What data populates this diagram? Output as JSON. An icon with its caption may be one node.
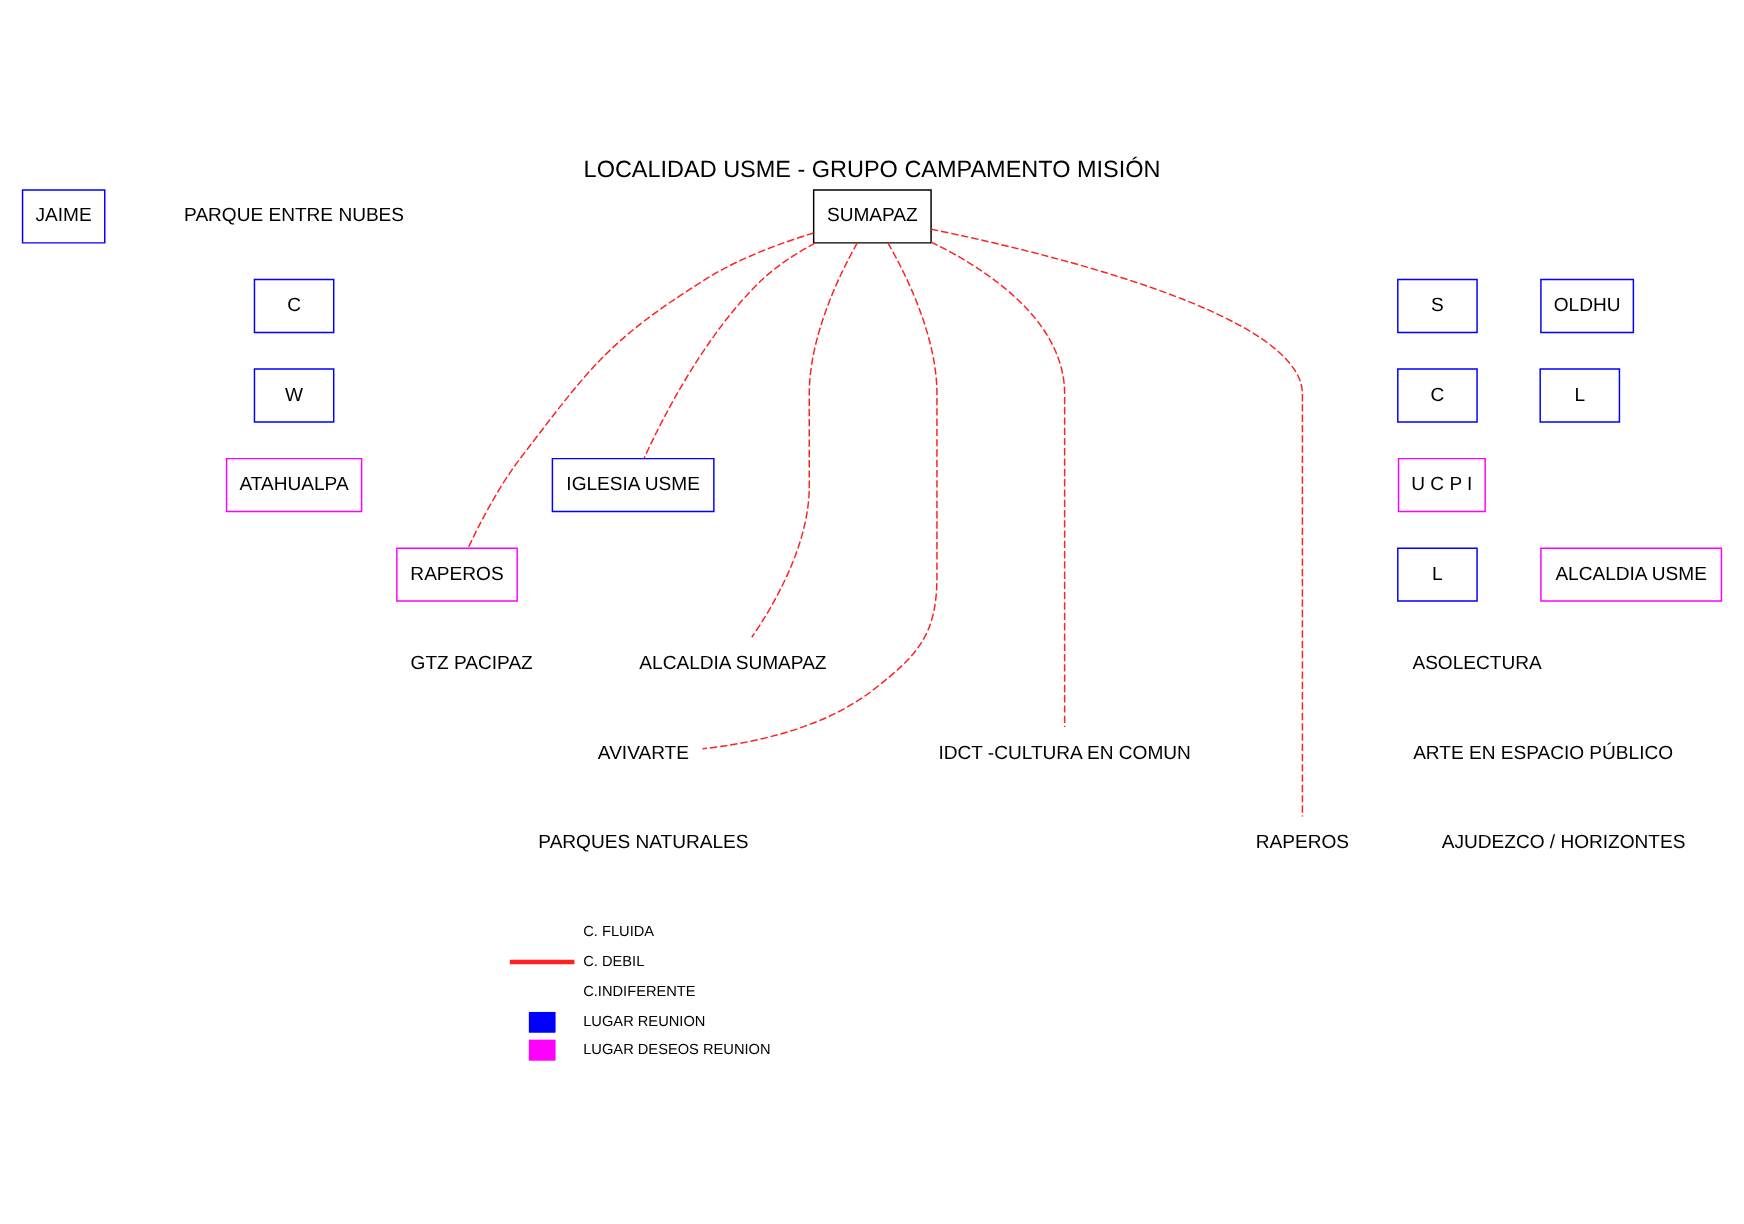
{
  "diagram": {
    "title": "LOCALIDAD USME - GRUPO CAMPAMENTO MISIÓN",
    "nodes": [
      {
        "text": [
          "JAIME"
        ]
      },
      {
        "text": [
          "SUMAPAZ"
        ]
      },
      {
        "text": [
          "C"
        ]
      },
      {
        "text": [
          "S"
        ]
      },
      {
        "text": [
          "OLDHU"
        ]
      },
      {
        "text": [
          "W"
        ]
      },
      {
        "text": [
          "C"
        ]
      },
      {
        "text": [
          "L"
        ]
      },
      {
        "text": [
          "ATAHUALPA"
        ]
      },
      {
        "text": [
          "U C P I"
        ]
      },
      {
        "text": [
          "IGLESIA USME"
        ]
      },
      {
        "text": [
          "RAPEROS"
        ]
      },
      {
        "text": [
          "L"
        ]
      },
      {
        "text": [
          "ALCALDIA SUMAPAZ"
        ]
      },
      {
        "text": [
          "AVIVARTE"
        ]
      },
      {
        "text": [
          "ALCALDIA USME"
        ]
      },
      {
        "text": [
          "IDCT -CULTURA EN COMUN"
        ]
      },
      {
        "text": [
          "RAPEROS"
        ]
      }
    ],
    "edges": [
      {
        "from": 1,
        "to": 11,
        "arrow": "none",
        "style": "dashed"
      },
      {
        "from": 1,
        "to": 10,
        "arrow": "none",
        "style": "dashed"
      },
      {
        "from": 1,
        "to": 13,
        "arrow": "none",
        "style": "dashed"
      },
      {
        "from": 1,
        "to": 14,
        "arrow": "none",
        "style": "dashed"
      },
      {
        "from": 1,
        "to": 16,
        "arrow": "none",
        "style": "dashed"
      },
      {
        "from": 1,
        "to": 17,
        "arrow": "none",
        "style": "dashed"
      }
    ],
    "labels": [
      "PARQUE ENTRE NUBES",
      "GTZ PACIPAZ",
      "ASOLECTURA",
      "ARTE EN ESPACIO PÚBLICO",
      "PARQUES NATURALES",
      "AJUDEZCO / HORIZONTES"
    ],
    "legend": [
      {
        "text": "C. FLUIDA"
      },
      {
        "text": "C. DEBIL"
      },
      {
        "text": "C.INDIFERENTE"
      },
      {
        "text": "LUGAR REUNION",
        "color": "#0000ff"
      },
      {
        "text": "LUGAR DESEOS REUNION",
        "color": "#ff00ff"
      }
    ]
  }
}
